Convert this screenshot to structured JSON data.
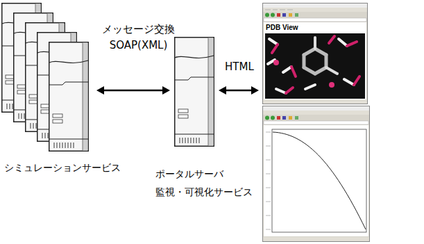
{
  "diagram": {
    "nodes": [
      {
        "text": [
          "シミュレーションサービス"
        ]
      },
      {
        "text": [
          "ポータルサーバ 監視・可視化サービス"
        ]
      },
      {
        "text": [
          "PDB View"
        ]
      }
    ],
    "edges": [
      {
        "from": 0,
        "to": 1,
        "arrow": "both",
        "label": "メッセージ交換 SOAP(XML)"
      },
      {
        "from": 1,
        "to": 2,
        "arrow": "both",
        "label": "HTML"
      }
    ]
  }
}
